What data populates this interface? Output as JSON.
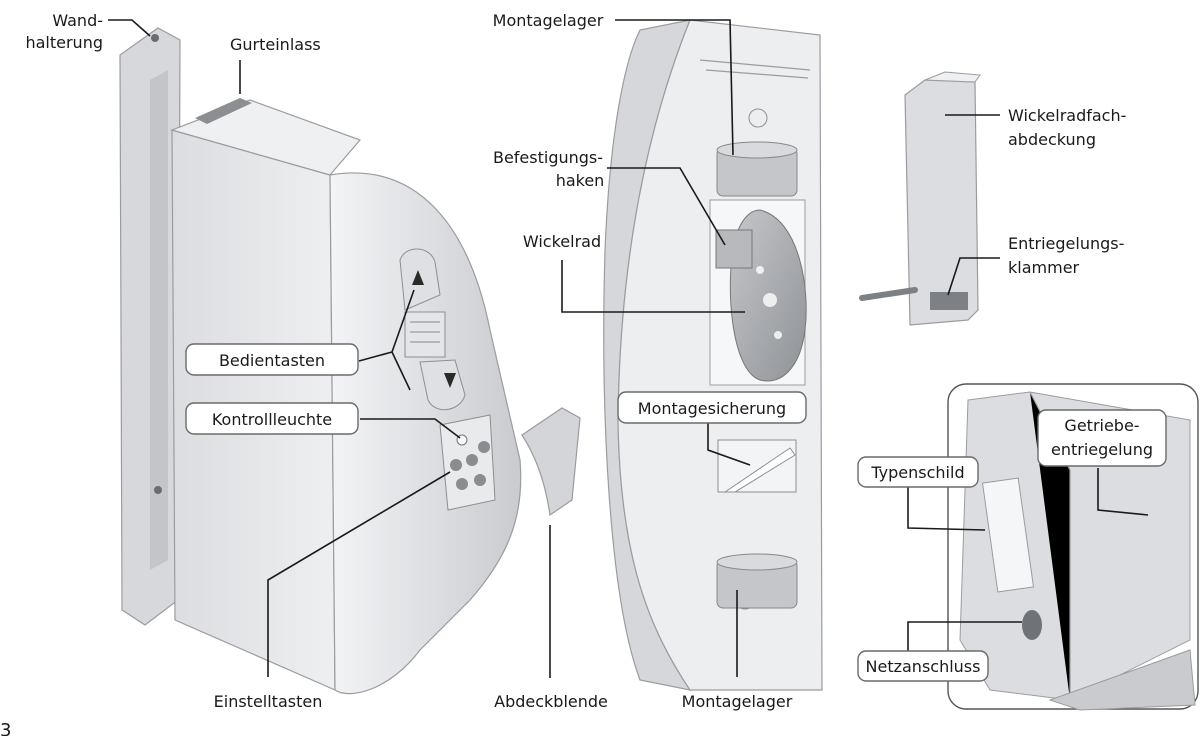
{
  "figure": {
    "figure_number": "3",
    "labels": {
      "wandhalterung_1": "Wand-",
      "wandhalterung_2": "halterung",
      "gurteinlass": "Gurteinlass",
      "bedientasten": "Bedientasten",
      "kontrollleuchte": "Kontrollleuchte",
      "einstelltasten": "Einstelltasten",
      "abdeckblende": "Abdeckblende",
      "montagelager_top": "Montagelager",
      "befestigungshaken_1": "Befestigungs-",
      "befestigungshaken_2": "haken",
      "wickelrad": "Wickelrad",
      "montagesicherung": "Montagesicherung",
      "montagelager_bottom": "Montagelager",
      "wickelradfach_1": "Wickelradfach-",
      "wickelradfach_2": "abdeckung",
      "entriegelung_1": "Entriegelungs-",
      "entriegelung_2": "klammer",
      "getriebe_1": "Getriebe-",
      "getriebe_2": "entriegelung",
      "typenschild": "Typenschild",
      "netzanschluss": "Netzanschluss"
    }
  }
}
